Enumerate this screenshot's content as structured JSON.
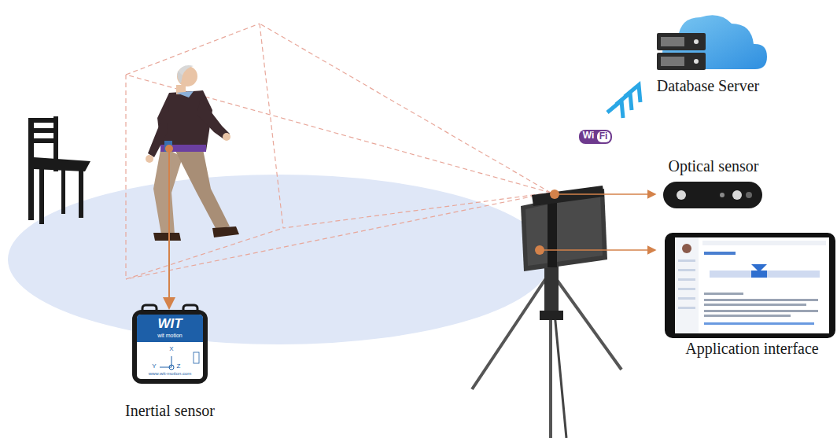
{
  "diagram": {
    "labels": [
      "Database Server",
      "Wi",
      "Fi",
      "Optical sensor",
      "Application interface",
      "WIT",
      "wit motion",
      "X",
      "Y",
      "Z",
      "www.wit-motion.com",
      "Inertial sensor"
    ]
  }
}
